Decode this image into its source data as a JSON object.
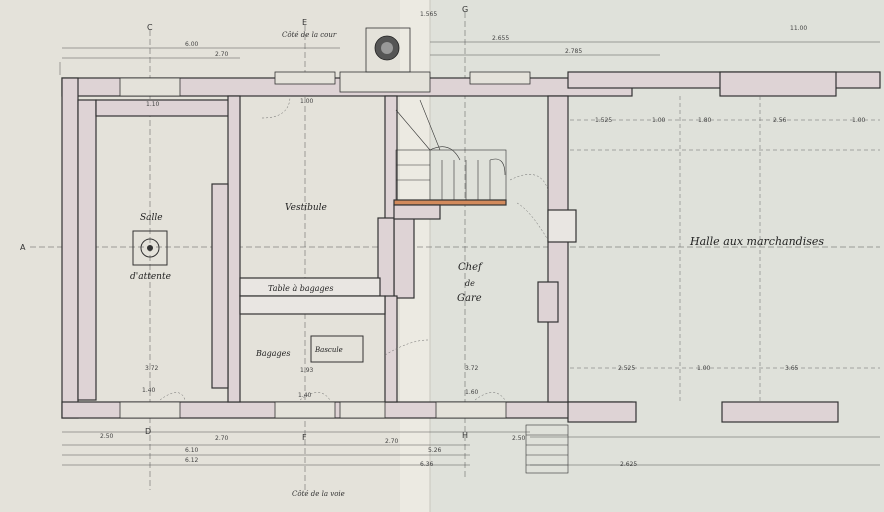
{
  "sides": {
    "courtyard": "Côté de la cour",
    "street": "Côté de la voie"
  },
  "rooms": {
    "waiting_room_line1": "Salle",
    "waiting_room_line2": "d'attente",
    "vestibule": "Vestibule",
    "baggage_table": "Table à bagages",
    "baggage": "Bagages",
    "scale": "Bascule",
    "station_master_line1": "Chef",
    "station_master_line2": "de",
    "station_master_line3": "Gare",
    "goods_hall": "Halle aux marchandises"
  },
  "axes": {
    "a_left": "A",
    "c_top": "C",
    "d_bottom": "D",
    "e_top": "E",
    "f_bottom": "F",
    "g_top": "G",
    "h_bottom": "H"
  },
  "dimensions": {
    "top_1": "6.00",
    "top_2": "2.70",
    "top_3": "2.655",
    "top_4": "2.785",
    "top_5": "1.565",
    "top_6": "11.00",
    "bottom_1": "2.50",
    "bottom_2": "2.70",
    "bottom_3": "2.70",
    "bottom_4": "2.50",
    "bottom_5": "5.26",
    "bottom_6": "6.10",
    "bottom_7": "6.12",
    "bottom_8": "6.36",
    "right_1": "1.525",
    "right_2": "1.00",
    "right_3": "1.80",
    "right_4": "2.56",
    "right_5": "1.00",
    "right_6": "2.525",
    "right_7": "1.00",
    "right_8": "3.65",
    "right_9": "2.625",
    "inner_1": "1.00",
    "inner_2": "1.10",
    "inner_3": "3.72",
    "inner_4": "1.40",
    "inner_5": "1.40",
    "inner_6": "3.72",
    "inner_7": "1.93",
    "inner_8": "1.60"
  }
}
